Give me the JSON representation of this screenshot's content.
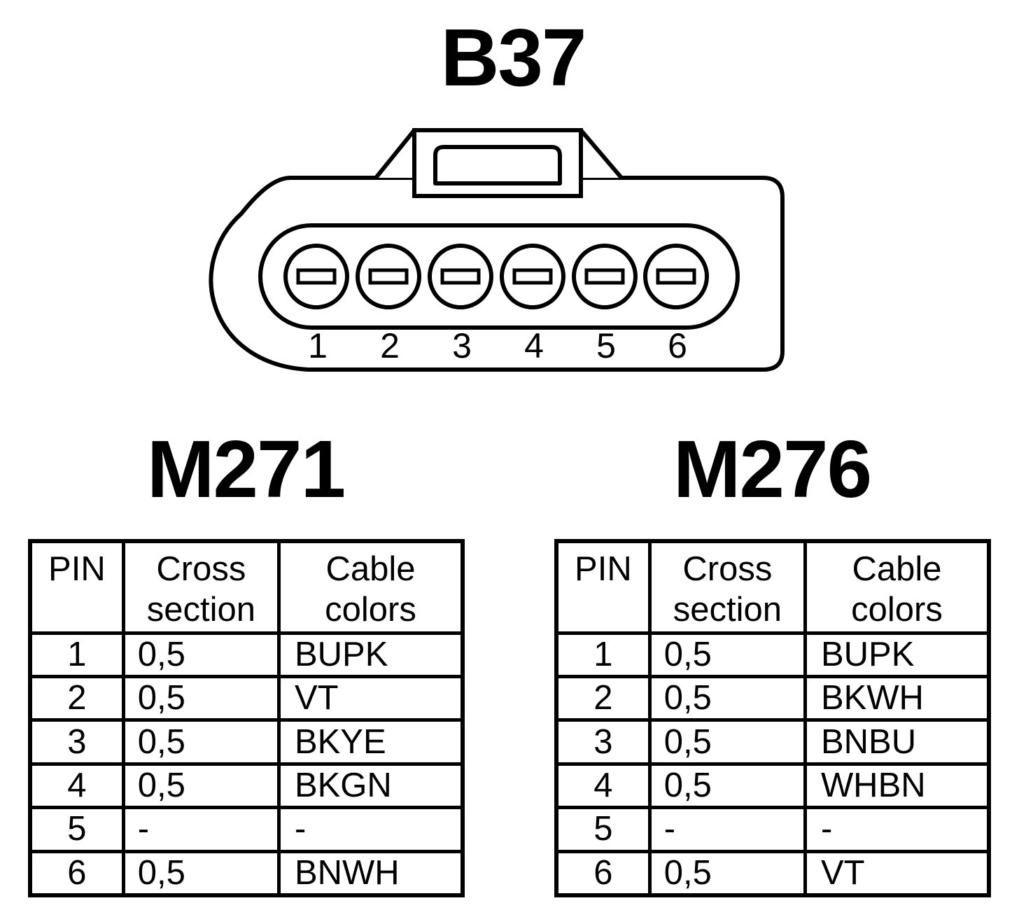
{
  "connector": {
    "name": "B37",
    "pin_numbers": [
      "1",
      "2",
      "3",
      "4",
      "5",
      "6"
    ]
  },
  "tables": [
    {
      "title": "M271",
      "headers": {
        "pin": "PIN",
        "cross_section": [
          "Cross",
          "section"
        ],
        "cable_colors": [
          "Cable",
          "colors"
        ]
      },
      "rows": [
        {
          "pin": "1",
          "cross_section": "0,5",
          "color": "BUPK"
        },
        {
          "pin": "2",
          "cross_section": "0,5",
          "color": "VT"
        },
        {
          "pin": "3",
          "cross_section": "0,5",
          "color": "BKYE"
        },
        {
          "pin": "4",
          "cross_section": "0,5",
          "color": "BKGN"
        },
        {
          "pin": "5",
          "cross_section": "-",
          "color": "-"
        },
        {
          "pin": "6",
          "cross_section": "0,5",
          "color": "BNWH"
        }
      ]
    },
    {
      "title": "M276",
      "headers": {
        "pin": "PIN",
        "cross_section": [
          "Cross",
          "section"
        ],
        "cable_colors": [
          "Cable",
          "colors"
        ]
      },
      "rows": [
        {
          "pin": "1",
          "cross_section": "0,5",
          "color": "BUPK"
        },
        {
          "pin": "2",
          "cross_section": "0,5",
          "color": "BKWH"
        },
        {
          "pin": "3",
          "cross_section": "0,5",
          "color": "BNBU"
        },
        {
          "pin": "4",
          "cross_section": "0,5",
          "color": "WHBN"
        },
        {
          "pin": "5",
          "cross_section": "-",
          "color": "-"
        },
        {
          "pin": "6",
          "cross_section": "0,5",
          "color": "VT"
        }
      ]
    }
  ]
}
